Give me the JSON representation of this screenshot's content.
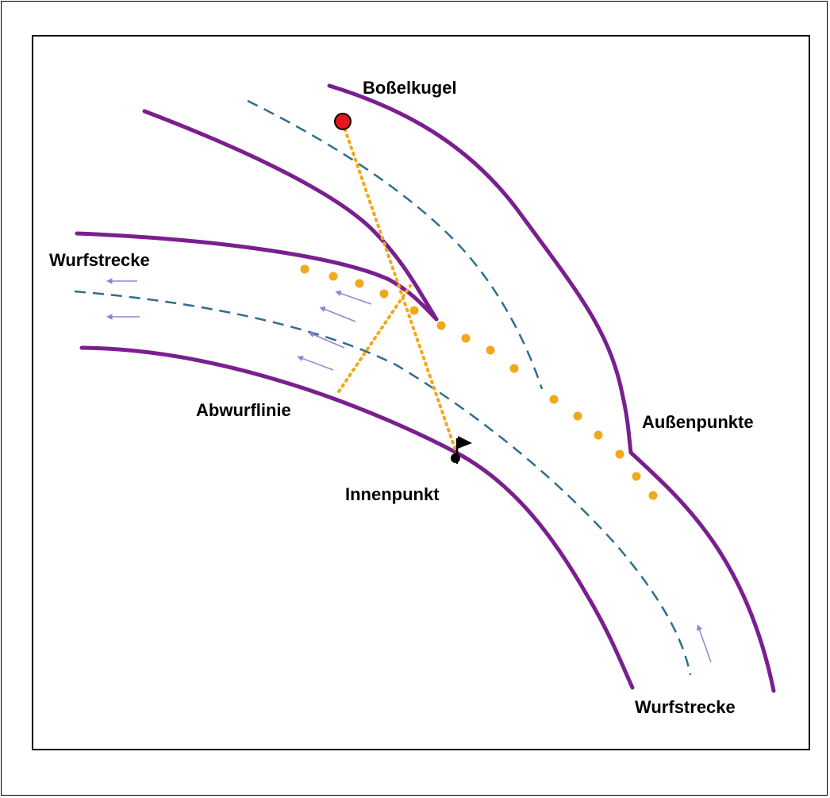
{
  "labels": {
    "ball": "Boßelkugel",
    "track_left": "Wurfstrecke",
    "throw_line": "Abwurflinie",
    "outer_points": "Außenpunkte",
    "inner_point": "Innenpunkt",
    "track_bottom": "Wurfstrecke"
  },
  "colors": {
    "road_edge": "#7a1f8e",
    "center_line": "#2f6f8a",
    "dotted": "#f2a81d",
    "arrow": "#9b7fd6",
    "ball": "#e8141b",
    "flag": "#000000"
  },
  "icons": {
    "ball": "red-ball-icon",
    "flag": "flag-icon",
    "arrows": "direction-arrow-icon"
  }
}
